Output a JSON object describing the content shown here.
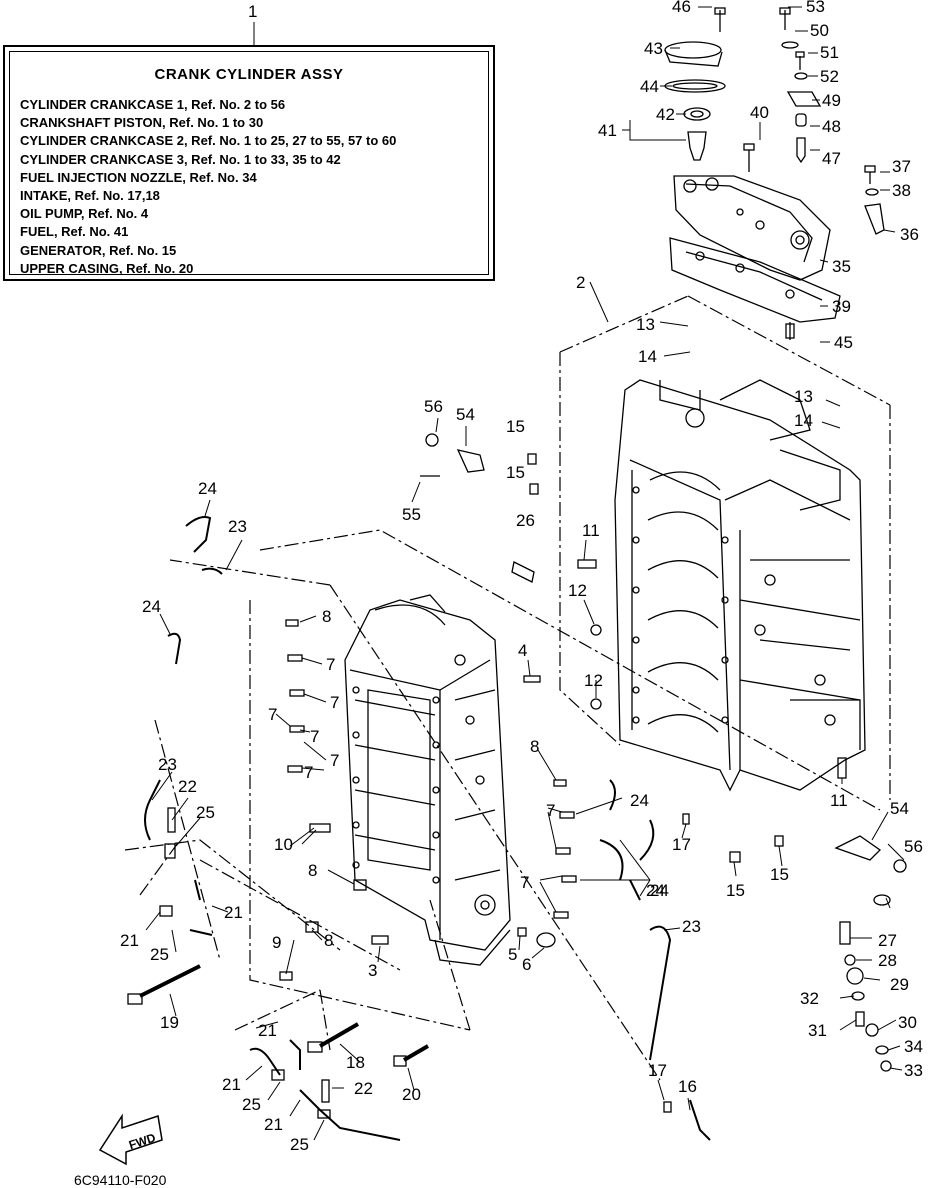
{
  "info_box": {
    "ref": "1",
    "title": "CRANK CYLINDER ASSY",
    "lines": [
      "CYLINDER CRANKCASE 1, Ref. No. 2 to 56",
      "CRANKSHAFT PISTON,  Ref. No. 1 to 30",
      "CYLINDER CRANKCASE 2, Ref. No. 1 to 25, 27 to 55, 57 to 60",
      "CYLINDER CRANKCASE 3, Ref. No. 1 to 33, 35 to 42",
      "FUEL INJECTION NOZZLE, Ref. No. 34",
      "INTAKE,  Ref. No. 17,18",
      "OIL PUMP, Ref. No. 4",
      "FUEL,  Ref. No. 41",
      "GENERATOR,  Ref. No. 15",
      "UPPER CASING, Ref. No. 20"
    ]
  },
  "fwd_label": "FWD",
  "drawing_id": "6C94110-F020",
  "callouts": [
    "46",
    "53",
    "50",
    "43",
    "51",
    "44",
    "52",
    "49",
    "42",
    "40",
    "48",
    "41",
    "47",
    "37",
    "38",
    "36",
    "35",
    "2",
    "39",
    "13",
    "45",
    "14",
    "13",
    "14",
    "56",
    "54",
    "15",
    "15",
    "24",
    "55",
    "26",
    "23",
    "11",
    "12",
    "24",
    "8",
    "7",
    "7",
    "4",
    "12",
    "7",
    "7",
    "7",
    "7",
    "23",
    "8",
    "22",
    "25",
    "24",
    "17",
    "10",
    "7",
    "24",
    "54",
    "11",
    "56",
    "15",
    "15",
    "8",
    "7",
    "24",
    "21",
    "23",
    "21",
    "8",
    "9",
    "5",
    "6",
    "3",
    "27",
    "28",
    "25",
    "29",
    "19",
    "32",
    "30",
    "31",
    "21",
    "18",
    "34",
    "21",
    "22",
    "20",
    "33",
    "25",
    "17",
    "16",
    "21",
    "25"
  ]
}
